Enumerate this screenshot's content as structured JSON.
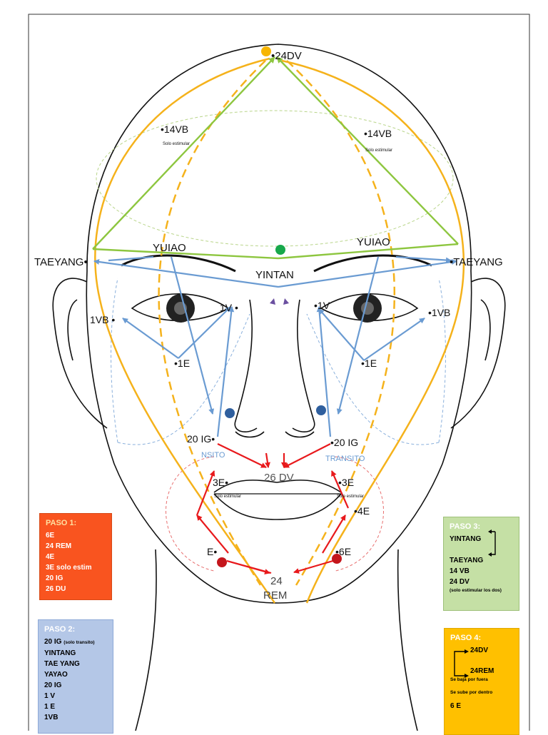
{
  "points": {
    "dv24": "•24DV",
    "vb14_left": "•14VB",
    "vb14_right": "•14VB",
    "vb14_note_left": "Solo estimular",
    "vb14_note_right": "Solo estimular",
    "yuiao_left": "YUIAO",
    "yuiao_right": "YUIAO",
    "taeyang_left": "TAEYANG•",
    "taeyang_right": "•TAEYANG",
    "yintan": "YINTAN",
    "vb1_left": "1VB •",
    "vb1_right": "•1VB",
    "v1_left": "1V •",
    "v1_right": "•1V",
    "e1_left": "•1E",
    "e1_right": "•1E",
    "ig20_left": "20 IG•",
    "ig20_right": "•20 IG",
    "transito_left": "NSITO",
    "transito_right": "TRANSITO",
    "dv26": "26 DV",
    "e3_left": "3E•",
    "e3_right": "•3E",
    "e3_note_left": "Solo estimular",
    "e3_note_right": "Solo estimular",
    "e4": "•4E",
    "e6_left": "E•",
    "e6_right": "•6E",
    "rem24_num": "24",
    "rem24_label": "REM"
  },
  "paso1": {
    "title": "PASO 1:",
    "items": [
      "6E",
      "24 REM",
      "4E",
      "3E solo estim",
      "20 IG",
      "26 DU"
    ]
  },
  "paso2": {
    "title": "PASO 2:",
    "line1": "20 IG",
    "line1_note": "(solo transito)",
    "items": [
      "YINTANG",
      "TAE YANG",
      "YAYAO",
      "20 IG",
      "1 V",
      "1 E",
      "1VB"
    ]
  },
  "paso3": {
    "title": "PASO 3:",
    "items": [
      "YINTANG",
      "TAEYANG",
      "14 VB",
      "24 DV"
    ],
    "note": "(solo estimular los dos)"
  },
  "paso4": {
    "title": "PASO 4:",
    "item1": "24DV",
    "item2": "24REM",
    "note1": "Se baja por fuera",
    "note2": "Se sube por dentro",
    "item3": "6 E"
  },
  "colors": {
    "red": "#e8191c",
    "blue": "#6a9bd2",
    "green": "#8dc63f",
    "gold": "#f5b21b",
    "dot_yellow": "#f7b500",
    "dot_green": "#17a84b",
    "dot_blue": "#2f5f9e",
    "dot_red": "#c4161c"
  }
}
